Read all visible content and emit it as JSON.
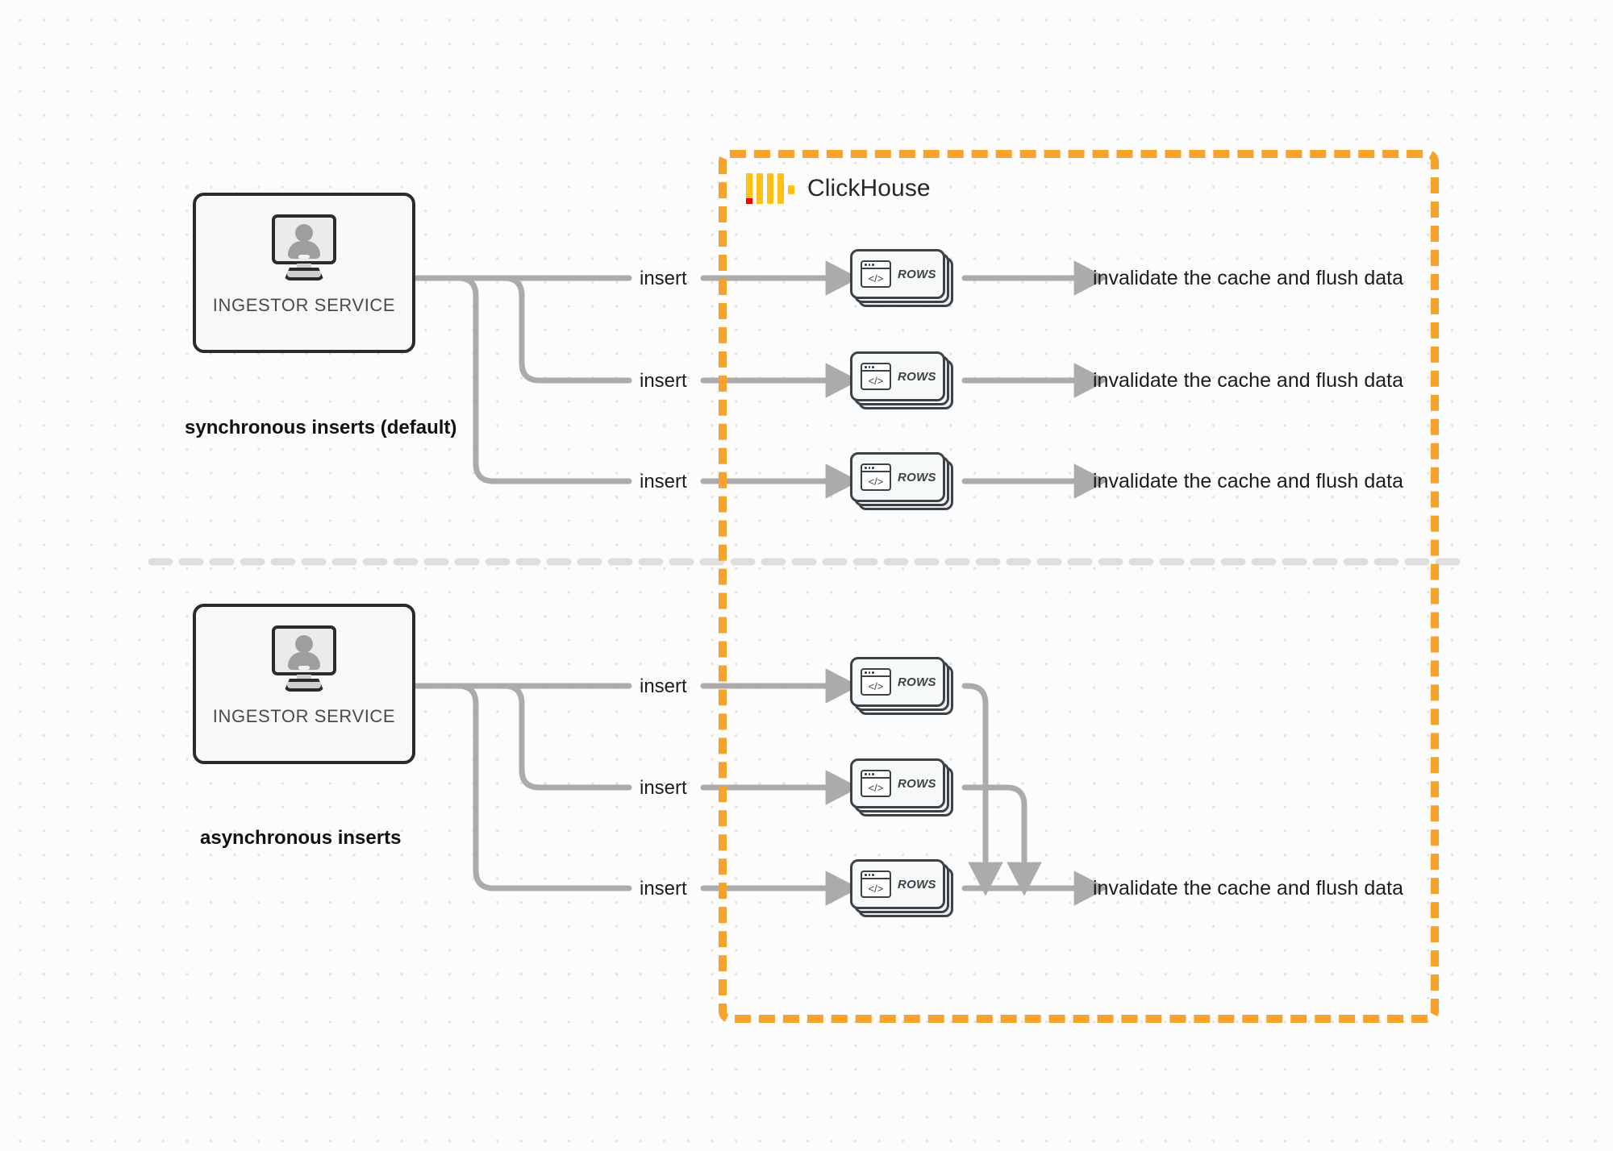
{
  "diagram": {
    "title": "ClickHouse synchronous vs asynchronous inserts",
    "colors": {
      "boundary": "#F8A22C",
      "logo_yellow": "#FFC114",
      "logo_red": "#F50000",
      "wire": "#ABABAB",
      "node_border": "#2b2b2b",
      "background": "#fcfcfc"
    }
  },
  "clickhouse": {
    "label": "ClickHouse",
    "logo_icon": "clickhouse-logo-icon"
  },
  "sections": [
    {
      "id": "sync",
      "caption": "synchronous inserts (default)",
      "service": {
        "label": "INGESTOR SERVICE",
        "icon": "monitor-user-icon"
      },
      "branches": [
        {
          "insert_label": "insert",
          "rows_label": "ROWS",
          "rows_icon": "code-window-icon",
          "outcome": "invalidate the cache and flush data"
        },
        {
          "insert_label": "insert",
          "rows_label": "ROWS",
          "rows_icon": "code-window-icon",
          "outcome": "invalidate the cache and flush data"
        },
        {
          "insert_label": "insert",
          "rows_label": "ROWS",
          "rows_icon": "code-window-icon",
          "outcome": "invalidate the cache and flush data"
        }
      ]
    },
    {
      "id": "async",
      "caption": "asynchronous inserts",
      "service": {
        "label": "INGESTOR SERVICE",
        "icon": "monitor-user-icon"
      },
      "branches": [
        {
          "insert_label": "insert",
          "rows_label": "ROWS",
          "rows_icon": "code-window-icon"
        },
        {
          "insert_label": "insert",
          "rows_label": "ROWS",
          "rows_icon": "code-window-icon"
        },
        {
          "insert_label": "insert",
          "rows_label": "ROWS",
          "rows_icon": "code-window-icon"
        }
      ],
      "merged_outcome": "invalidate the cache and flush data"
    }
  ]
}
